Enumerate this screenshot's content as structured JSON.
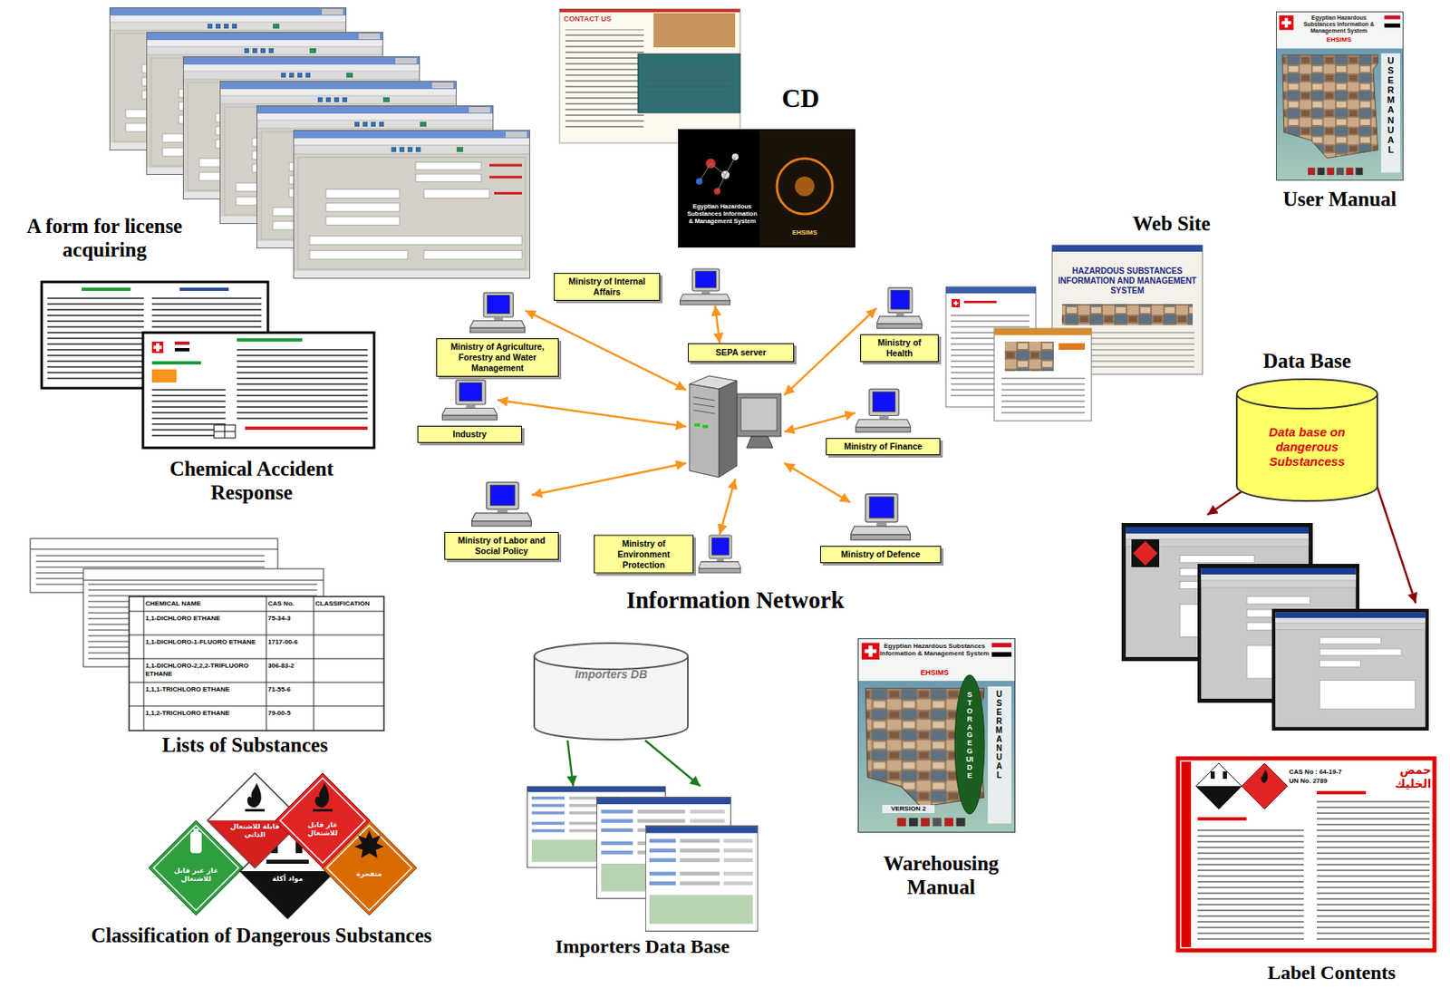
{
  "diagram": {
    "nodes": [
      {
        "text": [
          "Ministry of Internal Affairs"
        ]
      },
      {
        "text": [
          "Ministry of Agriculture, Forestry and Water Management"
        ]
      },
      {
        "text": [
          "SEPA server"
        ]
      },
      {
        "text": [
          "Ministry of Health"
        ]
      },
      {
        "text": [
          "Data Base",
          "Data base on dangerous Substancess"
        ]
      },
      {
        "text": [
          "Industry"
        ]
      },
      {
        "text": [
          "Information Network"
        ]
      },
      {
        "text": [
          "Ministry of Finance"
        ]
      },
      {
        "text": [
          "Ministry of Labor and Social Policy"
        ]
      },
      {
        "text": [
          "Ministry of Environment Protection"
        ]
      },
      {
        "text": [
          "Ministry of Defence"
        ]
      },
      {
        "text": [
          "Importers DB"
        ]
      },
      {
        "text": [
          "Importers Data Base"
        ]
      }
    ],
    "edges": [
      {
        "from": 0,
        "to": 2,
        "arrow": "both"
      },
      {
        "from": 1,
        "to": 6,
        "arrow": "both"
      },
      {
        "from": 3,
        "to": 6,
        "arrow": "both"
      },
      {
        "from": 5,
        "to": 6,
        "arrow": "both"
      },
      {
        "from": 7,
        "to": 6,
        "arrow": "both"
      },
      {
        "from": 8,
        "to": 6,
        "arrow": "both"
      },
      {
        "from": 9,
        "to": 6,
        "arrow": "both"
      },
      {
        "from": 10,
        "to": 6,
        "arrow": "both"
      },
      {
        "from": 11,
        "to": 12,
        "arrow": "to"
      },
      {
        "from": 11,
        "to": 12,
        "arrow": "to"
      }
    ],
    "labels": [
      "A form for license acquiring",
      "CONTACT US",
      "CD",
      "Egyptian Hazardous Substances Information & Management System",
      "EHSIMS",
      "Egyptian Hazardous Substances Information & Management System",
      "EHSIMS",
      "USER MANUAL",
      "User Manual",
      "Web Site",
      "HAZARDOUS SUBSTANCES INFORMATION AND MANAGEMENT SYSTEM",
      "Chemical Accident Response",
      "CHEMICAL NAME",
      "CAS No.",
      "CLASSIFICATION",
      "1,1-DICHLORO ETHANE",
      "75-34-3",
      "1,1-DICHLORO-1-FLUORO ETHANE",
      "1717-00-6",
      "1,1-DICHLORO-2,2,2-TRIFLUORO ETHANE",
      "306-83-2",
      "1,1,1-TRICHLORO ETHANE",
      "71-55-6",
      "1,1,2-TRICHLORO ETHANE",
      "79-00-5",
      "Lists of Substances",
      "قابلة للاشتعال الذاتي",
      "غاز قابل للاشتعال",
      "غاز غير قابل للاشتعال",
      "مواد أكلة",
      "متفجرة",
      "Classification of Dangerous Substances",
      "Egyptian Hazardous Substances Information & Management System",
      "EHSIMS",
      "STORAGE GUIDE",
      "USER MANUAL",
      "VERSION 2",
      "Warehousing Manual",
      "حمض الخليك",
      "CAS No : 64-19-7",
      "UN No. 2789",
      "Label Contents"
    ]
  }
}
